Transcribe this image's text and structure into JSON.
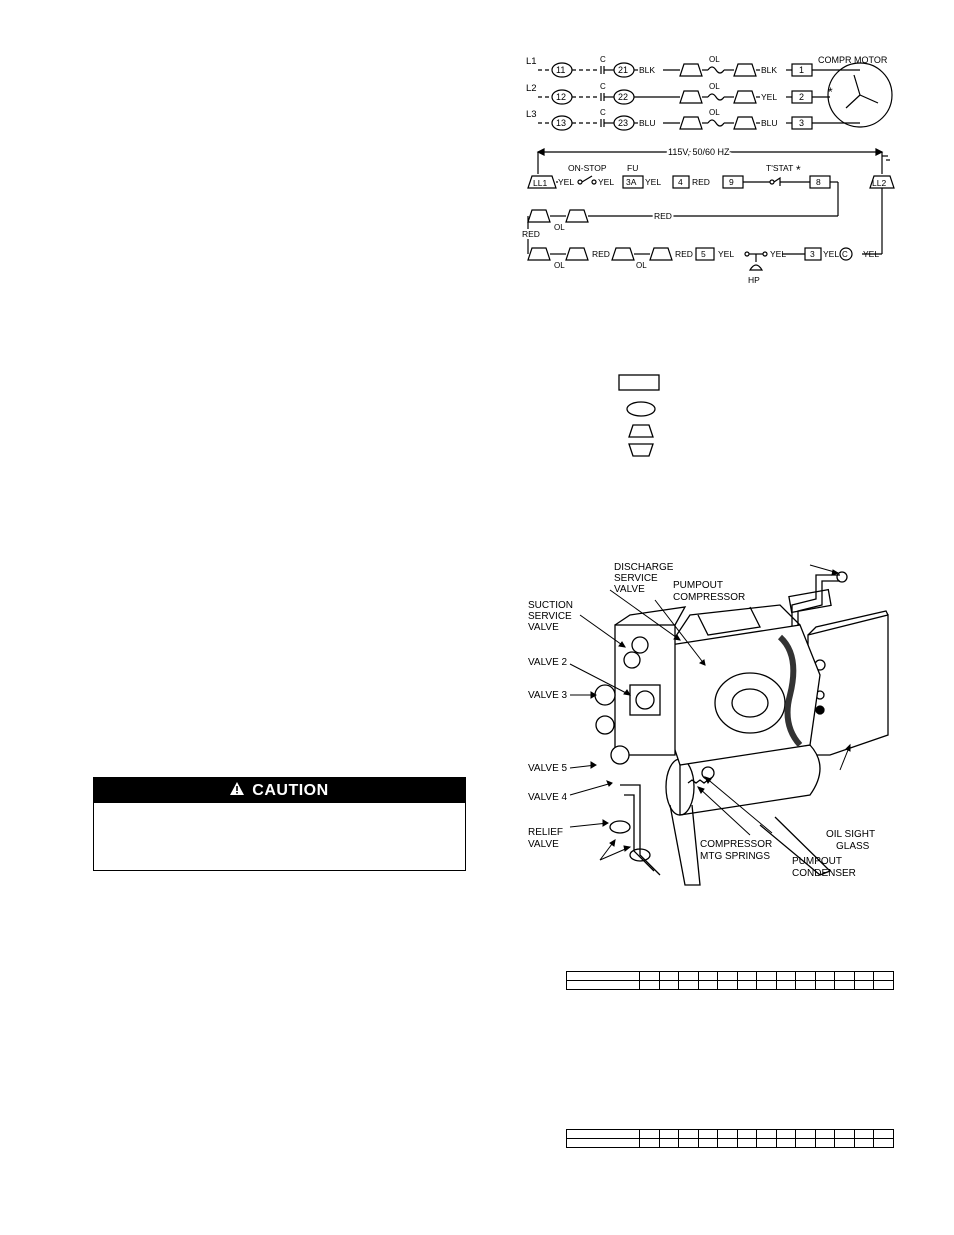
{
  "wiring": {
    "l1": "L1",
    "l2": "L2",
    "l3": "L3",
    "c": "C",
    "t11": "11",
    "t12": "12",
    "t13": "13",
    "t21": "21",
    "t22": "22",
    "t23": "23",
    "blk": "BLK",
    "yel": "YEL",
    "blu": "BLU",
    "red": "RED",
    "ol": "OL",
    "m1": "1",
    "m2": "2",
    "m3": "3",
    "compr_motor": "COMPR MOTOR",
    "star": "*",
    "voltage": "115V, 50/60 HZ",
    "on_stop": "ON-STOP",
    "fu": "FU",
    "fuse_val": "3A",
    "t_stat": "T'STAT",
    "term4": "4",
    "term9": "9",
    "term8": "8",
    "term5": "5",
    "term3": "3",
    "ll1": "LL1",
    "ll2": "LL2",
    "hp": "HP",
    "c_circle": "C"
  },
  "legend_symbols": [
    "terminal-rectangle",
    "terminal-oval",
    "connector-up",
    "connector-down"
  ],
  "caution": {
    "title": "CAUTION"
  },
  "unit_labels": {
    "discharge_service_valve": [
      "DISCHARGE",
      "SERVICE",
      "VALVE"
    ],
    "pumpout_compressor": [
      "PUMPOUT",
      "COMPRESSOR"
    ],
    "suction_service_valve": [
      "SUCTION",
      "SERVICE",
      "VALVE"
    ],
    "valve2": "VALVE 2",
    "valve3": "VALVE 3",
    "valve5": "VALVE 5",
    "valve4": "VALVE 4",
    "relief_valve": [
      "RELIEF",
      "VALVE"
    ],
    "compressor_mtg_springs": [
      "COMPRESSOR",
      "MTG SPRINGS"
    ],
    "oil_sight_glass": [
      "OIL SIGHT",
      "GLASS"
    ],
    "pumpout_condenser": [
      "PUMPOUT",
      "CONDENSER"
    ]
  }
}
